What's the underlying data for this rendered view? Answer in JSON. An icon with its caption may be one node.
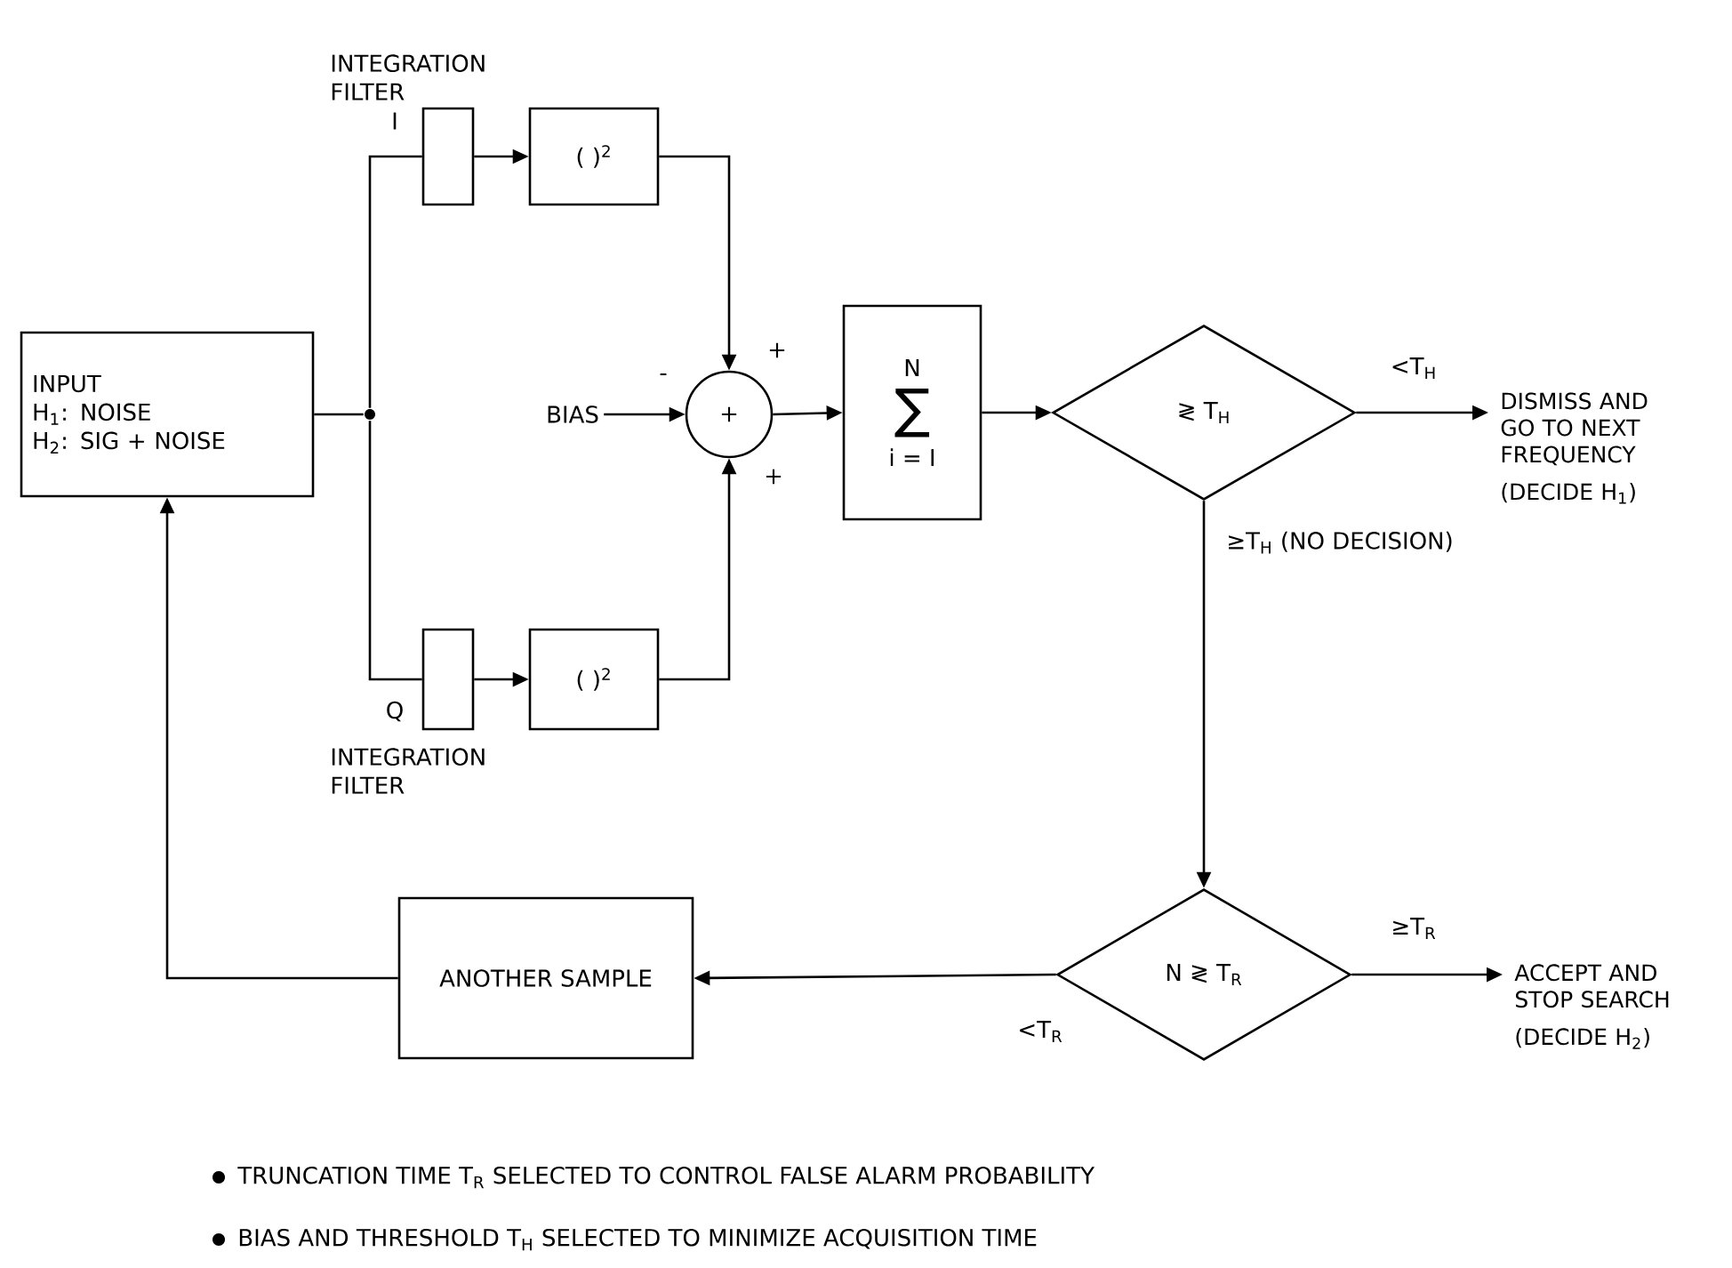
{
  "diagram": {
    "nodes": [
      {
        "text": [
          "INPUT",
          "H$_{1}$: NOISE",
          "H$_{2}$: SIG + NOISE"
        ]
      },
      {
        "text": [],
        "shape": "circle"
      },
      {
        "text": [],
        "shape": "box",
        "beside": [
          "INTEGRATION FILTER"
        ]
      },
      {
        "text": [
          "( )$^{2}$"
        ]
      },
      {
        "text": [],
        "shape": "box",
        "beside": [
          "INTEGRATION FILTER"
        ]
      },
      {
        "text": [
          "( )$^{2}$"
        ]
      },
      {
        "text": [
          "BIAS"
        ]
      },
      {
        "text": [
          "+"
        ]
      },
      {
        "text": [
          "N",
          "∑",
          "i = I"
        ]
      },
      {
        "text": [
          "≷ T$_{H}$"
        ]
      },
      {
        "text": [
          "DISMISS AND GO TO NEXT FREQUENCY",
          "(DECIDE H$_{1}$)"
        ]
      },
      {
        "text": [
          "N ≷ T$_{R}$"
        ]
      },
      {
        "text": [
          "ACCEPT AND STOP SEARCH",
          "(DECIDE H$_{2}$)"
        ]
      },
      {
        "text": [
          "ANOTHER SAMPLE"
        ]
      }
    ],
    "edges": [
      {
        "from": 0,
        "to": 1,
        "arrow": "none"
      },
      {
        "from": 1,
        "to": 2,
        "arrow": "none",
        "label": "I"
      },
      {
        "from": 1,
        "to": 4,
        "arrow": "none",
        "label": "Q"
      },
      {
        "from": 2,
        "to": 3,
        "arrow": "to"
      },
      {
        "from": 4,
        "to": 5,
        "arrow": "to"
      },
      {
        "from": 3,
        "to": 7,
        "arrow": "to",
        "label": "+"
      },
      {
        "from": 5,
        "to": 7,
        "arrow": "to",
        "label": "+"
      },
      {
        "from": 6,
        "to": 7,
        "arrow": "to",
        "label": "-"
      },
      {
        "from": 7,
        "to": 8,
        "arrow": "to"
      },
      {
        "from": 8,
        "to": 9,
        "arrow": "to"
      },
      {
        "from": 9,
        "to": 10,
        "arrow": "to",
        "label": "<T$_{H}$"
      },
      {
        "from": 9,
        "to": 11,
        "arrow": "to",
        "label": "≥T$_{H}$ (NO DECISION)"
      },
      {
        "from": 11,
        "to": 12,
        "arrow": "to",
        "label": "≥T$_{R}$"
      },
      {
        "from": 11,
        "to": 13,
        "arrow": "to",
        "label": "<T$_{R}$"
      },
      {
        "from": 13,
        "to": 0,
        "arrow": "to"
      }
    ],
    "labels": [
      "TRUNCATION TIME T$_{R}$ SELECTED TO CONTROL FALSE ALARM PROBABILITY",
      "BIAS AND THRESHOLD T$_{H}$ SELECTED TO MINIMIZE ACQUISITION TIME"
    ]
  }
}
